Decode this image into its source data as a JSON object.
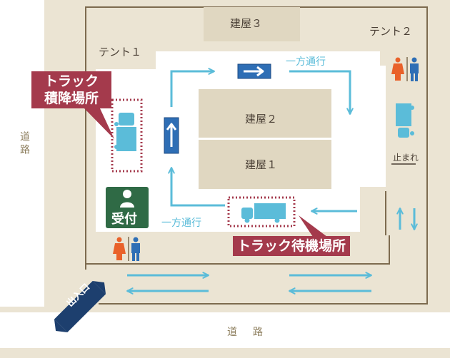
{
  "labels": {
    "building3": "建屋３",
    "building2": "建屋２",
    "building1": "建屋１",
    "tent1": "テント１",
    "tent2": "テント２",
    "road_left": "道路",
    "road_bottom": "道　路",
    "one_way_top": "一方通行",
    "one_way_bottom": "一方通行",
    "stop": "止まれ",
    "reception": "受付",
    "entrance": "出入口",
    "loading_area": "トラック\n積降場所",
    "waiting_area": "トラック待機場所"
  },
  "icons": {
    "restroom": "restroom-icon",
    "person": "person-icon",
    "truck": "truck-icon",
    "arrow": "arrow-icon"
  },
  "colors": {
    "ground": "#ebe4d3",
    "yard": "#ffffff",
    "building": "#e0d7c1",
    "wall": "#7d6b4f",
    "road": "#ffffff",
    "flow": "#5bbcd9",
    "sign": "#2e6eb5",
    "callout": "#a43a4c",
    "reception": "#2f6a45",
    "male": "#2e6eb5",
    "female": "#e9612a"
  }
}
